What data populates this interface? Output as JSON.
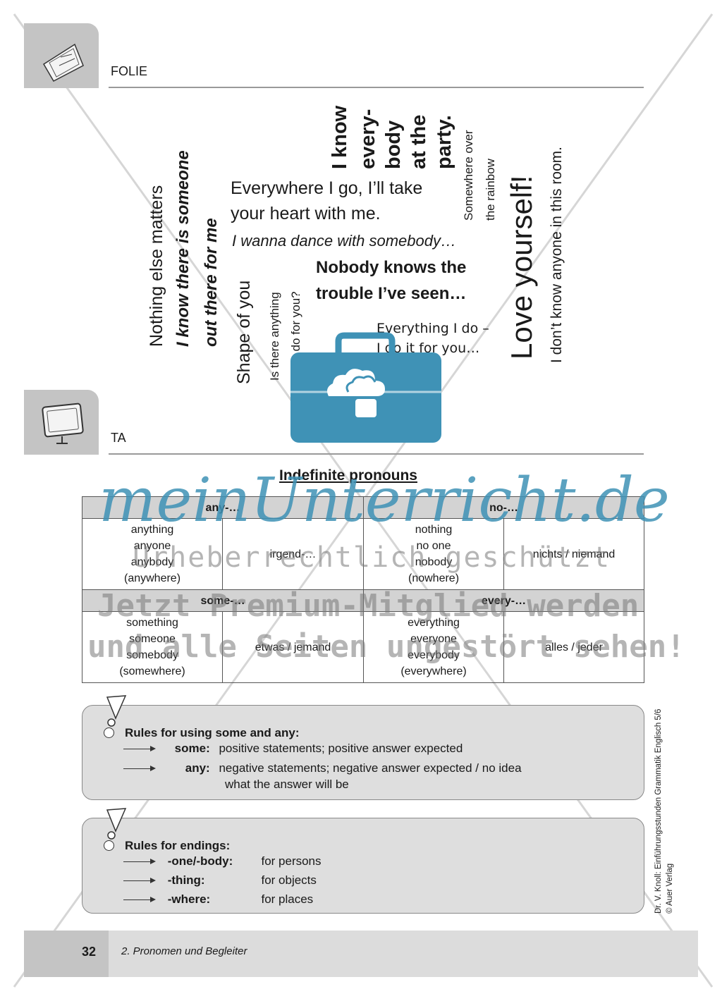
{
  "folie": {
    "label": "FOLIE"
  },
  "ta": {
    "label": "TA"
  },
  "transparency": {
    "vertical_texts": [
      "Nothing else matters",
      "I know there is someone",
      "out there for me",
      "Shape of you",
      "Is there anything",
      "I can do for you?",
      "I know",
      "every-",
      "body",
      "at the",
      "party.",
      "Somewhere over",
      "the rainbow",
      "Love yourself!",
      "I don’t know anyone in this room."
    ],
    "horizontal_texts": [
      "Everywhere I go, I’ll take",
      "your heart with me.",
      "I wanna dance with somebody…",
      "Nobody knows the",
      "trouble I’ve seen…",
      "Everything I do –",
      "I do it for you…"
    ]
  },
  "table": {
    "title": "Indefinite pronouns",
    "headers_top": [
      "any-…",
      "no-…"
    ],
    "row1": {
      "any_words": [
        "anything",
        "anyone",
        "anybody",
        "(anywhere)"
      ],
      "any_translation": "irgend-…",
      "no_words": [
        "nothing",
        "no one",
        "nobody",
        "(nowhere)"
      ],
      "no_translation": "nichts / niemand"
    },
    "headers_bottom": [
      "some-…",
      "every-…"
    ],
    "row2": {
      "some_words": [
        "something",
        "someone",
        "somebody",
        "(somewhere)"
      ],
      "some_translation": "etwas / jemand",
      "every_words": [
        "everything",
        "everyone",
        "everybody",
        "(everywhere)"
      ],
      "every_translation": "alles / jeder"
    }
  },
  "rules_some_any": {
    "title": "Rules for using some and any:",
    "items": [
      {
        "key": "some:",
        "text": "positive statements; positive answer expected"
      },
      {
        "key": "any:",
        "text": "negative statements; negative answer expected / no idea",
        "text2": "what the answer will be"
      }
    ]
  },
  "rules_endings": {
    "title": "Rules for endings:",
    "items": [
      {
        "key": "-one/-body:",
        "text": "for persons"
      },
      {
        "key": "-thing:",
        "text": "for objects"
      },
      {
        "key": "-where:",
        "text": "for places"
      }
    ]
  },
  "side_credit": {
    "line1": "Dr. V. Knoll: Einführungsstunden Grammatik Englisch 5/6",
    "line2": "© Auer Verlag"
  },
  "footer": {
    "page_number": "32",
    "chapter": "2. Pronomen und Begleiter"
  },
  "watermark": {
    "brand": "meinUnterricht.de",
    "line1": "Urheberrechtlich geschützt",
    "line2": "Jetzt Premium-Mitglied werden",
    "line3": "und alle Seiten ungestört sehen!"
  },
  "colors": {
    "brand": "#3f92b6",
    "tab_gray": "#c4c4c4",
    "box_gray": "#dedede"
  }
}
